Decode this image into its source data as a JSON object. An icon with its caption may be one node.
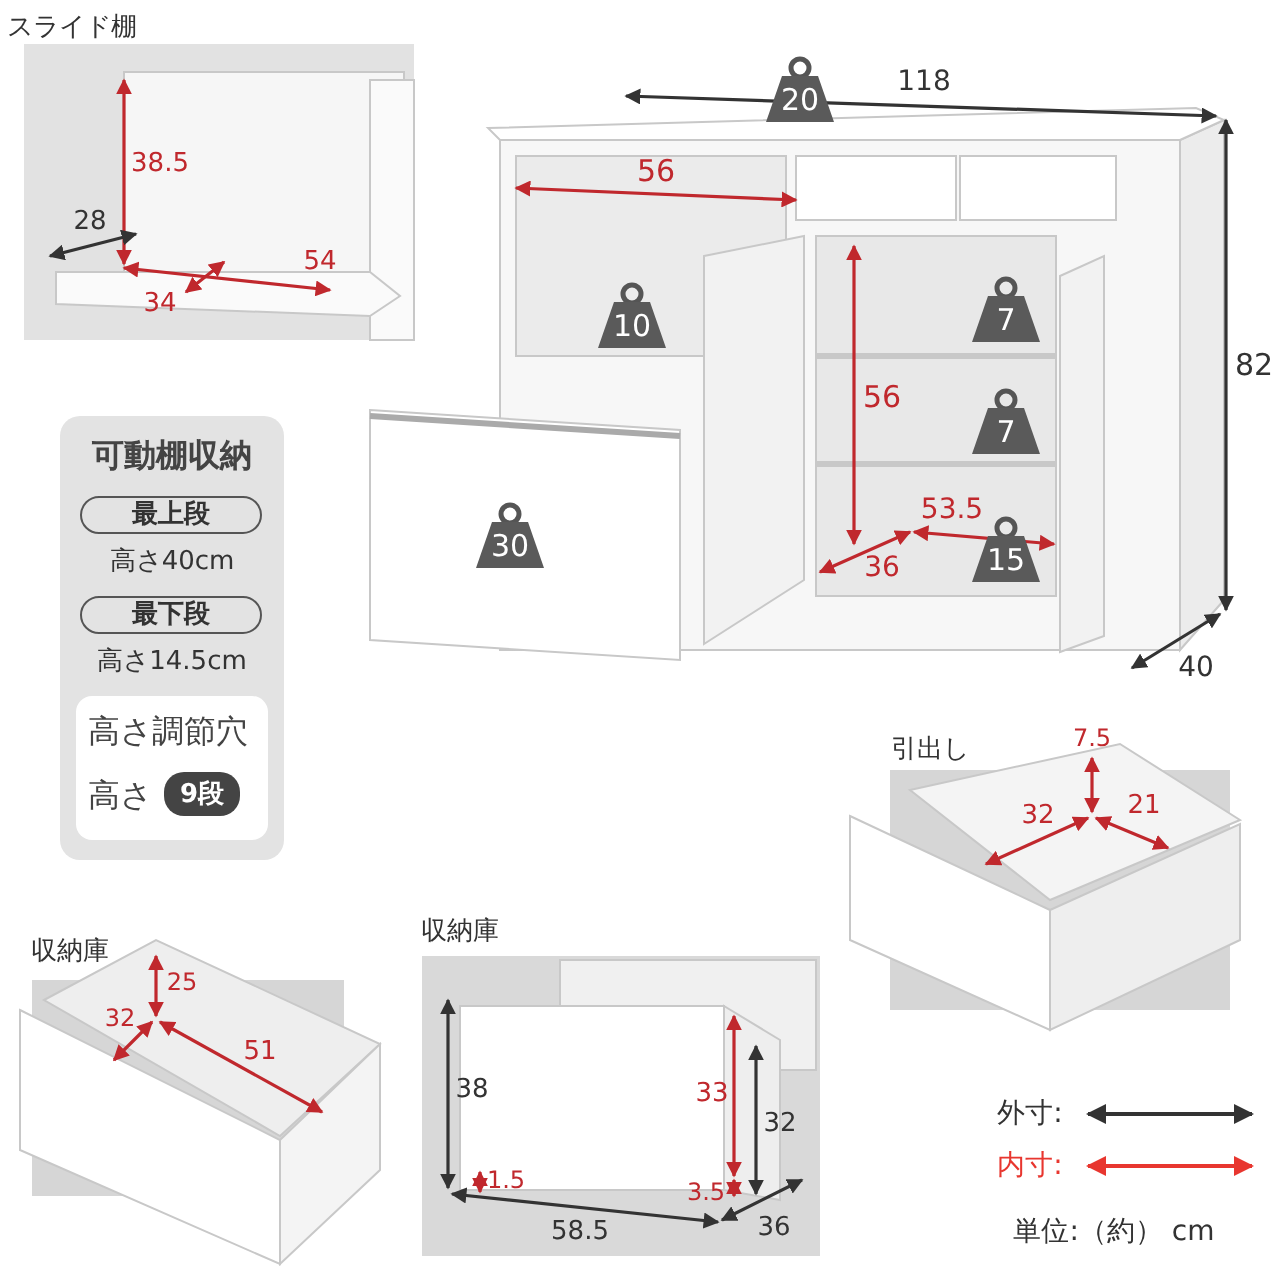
{
  "diagram": {
    "nodes": [
      {
        "text": [
          "可動棚収納"
        ]
      },
      {
        "text": [
          "最上段"
        ],
        "in": 0,
        "beside": [
          "高さ40cm"
        ]
      },
      {
        "text": [
          "最下段"
        ],
        "in": 0,
        "beside": [
          "高さ14.5cm"
        ]
      },
      {
        "text": [
          "高さ調節穴",
          "高さ"
        ],
        "in": 0
      },
      {
        "text": [
          "9段"
        ],
        "in": 3
      },
      {
        "text": [
          "20"
        ]
      },
      {
        "text": [
          "10"
        ]
      },
      {
        "text": [
          "7"
        ]
      },
      {
        "text": [
          "7"
        ]
      },
      {
        "text": [
          "30"
        ]
      },
      {
        "text": [
          "15"
        ]
      }
    ],
    "edges": [],
    "labels": [
      "スライド棚",
      "38.5",
      "28",
      "34",
      "54",
      "118",
      "56",
      "82",
      "56",
      "53.5",
      "36",
      "40",
      "引出し",
      "7.5",
      "32",
      "21",
      "収納庫",
      "25",
      "32",
      "51",
      "収納庫",
      "38",
      "33",
      "32",
      "1.5",
      "3.5",
      "58.5",
      "36",
      "単位:（約） cm"
    ],
    "legend": [
      {
        "text": "外寸:"
      },
      {
        "text": "内寸:"
      }
    ]
  }
}
